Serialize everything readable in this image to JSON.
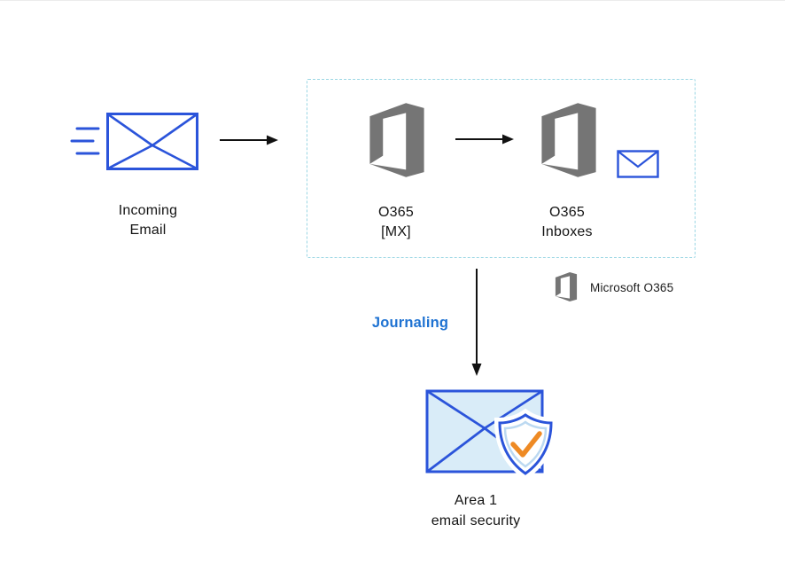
{
  "nodes": {
    "incoming_email": {
      "line1": "Incoming",
      "line2": "Email",
      "icon": "incoming-envelope-icon"
    },
    "o365_mx": {
      "line1": "O365",
      "line2": "[MX]",
      "icon": "office365-logo-icon"
    },
    "o365_inboxes": {
      "line1": "O365",
      "line2": "Inboxes",
      "icon": "office365-logo-icon",
      "secondary_icon": "inbox-envelope-icon"
    },
    "area1_email_security": {
      "line1": "Area 1",
      "line2": "email security",
      "icon": "envelope-shield-check-icon"
    }
  },
  "flow": {
    "journaling_label": "Journaling"
  },
  "legend": {
    "label": "Microsoft O365",
    "icon": "office365-logo-icon"
  },
  "colors": {
    "envelope_blue": "#2b54da",
    "journaling_text_blue": "#1e72d2",
    "office_logo_gray": "#757575",
    "dashed_border_cyan": "#9ad6e4",
    "shield_check_orange": "#ee8a24",
    "envelope_fill_light_blue": "#d9ecf8",
    "arrow_black": "#111111"
  }
}
